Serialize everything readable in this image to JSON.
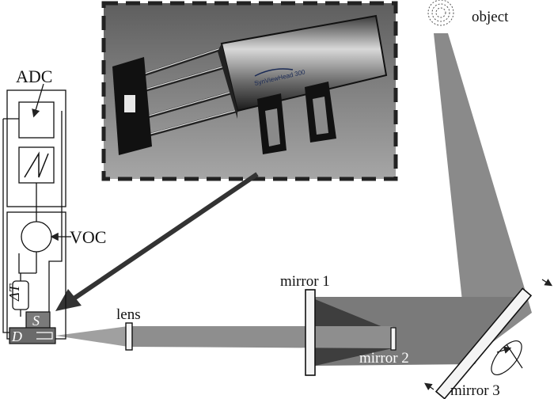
{
  "labels": {
    "adc": "ADC",
    "voc": "VOC",
    "delta_t": "ΔT",
    "s": "S",
    "d": "D",
    "lens": "lens",
    "mirror1": "mirror 1",
    "mirror2": "mirror 2",
    "mirror3": "mirror 3",
    "object": "object"
  },
  "photo": {
    "device_label": "SynViewHead 300"
  },
  "colors": {
    "beam_light": "#9a9a9a",
    "beam_dark": "#4a4a4a",
    "photo_bg": "#7c7c7c",
    "arrow": "#333333"
  }
}
